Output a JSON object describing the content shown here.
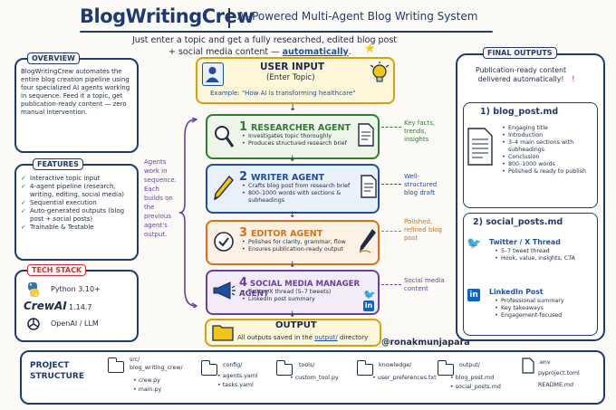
{
  "header": {
    "title": "BlogWritingCrew",
    "subtitle": "AI-Powered Multi-Agent Blog Writing System",
    "tagline_1": "Just enter a topic and get a fully researched, edited blog post",
    "tagline_2a": "+ social media content — ",
    "tagline_2b": "automatically",
    "tagline_2c": "."
  },
  "overview": {
    "heading": "OVERVIEW",
    "text": "BlogWritingCrew automates the entire blog creation pipeline using four specialized AI agents working in sequence. Feed it a topic, get publication-ready content — zero manual intervention."
  },
  "features": {
    "heading": "FEATURES",
    "items": [
      "Interactive topic input",
      "4-agent pipeline (research, writing, editing, social media)",
      "Sequential execution",
      "Auto-generated outputs (blog post + social posts)",
      "Trainable & Testable"
    ]
  },
  "tech_stack": {
    "heading": "TECH STACK",
    "items": [
      "Python 3.10+",
      "1.14.7",
      "OpenAI / LLM"
    ],
    "crewai_logo": "CrewAI"
  },
  "user_input": {
    "title": "USER INPUT",
    "subtitle": "(Enter Topic)",
    "example": "Example: \"How AI is transforming healthcare\""
  },
  "agents_note": "Agents work in sequence. Each builds on the previous agent's output.",
  "agents": [
    {
      "num": "1",
      "name": "RESEARCHER AGENT",
      "color": "#2e7d32",
      "bg": "#eef6ea",
      "bullets": [
        "Investigates topic thoroughly",
        "Produces structured research brief"
      ],
      "side": "Key facts, trends, insights"
    },
    {
      "num": "2",
      "name": "WRITER AGENT",
      "color": "#1f4e9c",
      "bg": "#eaf0fa",
      "bullets": [
        "Crafts blog post from research brief",
        "800–1000 words with sections & subheadings"
      ],
      "side": "Well-structured blog draft"
    },
    {
      "num": "3",
      "name": "EDITOR AGENT",
      "color": "#d4731a",
      "bg": "#fdf1e4",
      "bullets": [
        "Polishes for clarity, grammar, flow",
        "Ensures publication-ready output"
      ],
      "side": "Polished, refined blog post"
    },
    {
      "num": "4",
      "name": "SOCIAL MEDIA MANAGER AGENT",
      "color": "#6a3fa0",
      "bg": "#f2ecf8",
      "bullets": [
        "Twitter/X thread (5–7 tweets)",
        "LinkedIn post summary"
      ],
      "side": "Social media content"
    }
  ],
  "output": {
    "title": "OUTPUT",
    "text_a": "All outputs saved in the ",
    "text_b": "output/",
    "text_c": " directory"
  },
  "handle": "@ronakmunjapara",
  "final_outputs": {
    "heading": "FINAL OUTPUTS",
    "intro": "Publication-ready content delivered automatically!",
    "blog": {
      "title": "1) blog_post.md",
      "bullets": [
        "Engaging title",
        "Introduction",
        "3–4 main sections with subheadings",
        "Conclusion",
        "800–1000 words",
        "Polished & ready to publish"
      ]
    },
    "social": {
      "title": "2) social_posts.md",
      "twitter_title": "Twitter / X Thread",
      "twitter_bullets": [
        "5–7 tweet thread",
        "Hook, value, insights, CTA"
      ],
      "linkedin_title": "LinkedIn Post",
      "linkedin_bullets": [
        "Professional summary",
        "Key takeaways",
        "Engagement-focused"
      ]
    }
  },
  "structure": {
    "heading_1": "PROJECT",
    "heading_2": "STRUCTURE",
    "folders": [
      {
        "name": "src/",
        "lines": [
          "blog_writing_crew/",
          "• crew.py",
          "• main.py"
        ]
      },
      {
        "name": "config/",
        "lines": [
          "• agents.yaml",
          "• tasks.yaml"
        ]
      },
      {
        "name": "tools/",
        "lines": [
          "• custom_tool.py"
        ]
      },
      {
        "name": "knowledge/",
        "lines": [
          "• user_preferences.txt"
        ]
      },
      {
        "name": "output/",
        "lines": [
          "• blog_post.md",
          "• social_posts.md"
        ]
      }
    ],
    "files": [
      ".env",
      "pyproject.toml",
      "README.md"
    ]
  },
  "colors": {
    "navy": "#1f3b6e",
    "green": "#2e7d32",
    "blue": "#1f4e9c",
    "orange": "#d4731a",
    "purple": "#6a3fa0",
    "gold": "#f0c419"
  }
}
